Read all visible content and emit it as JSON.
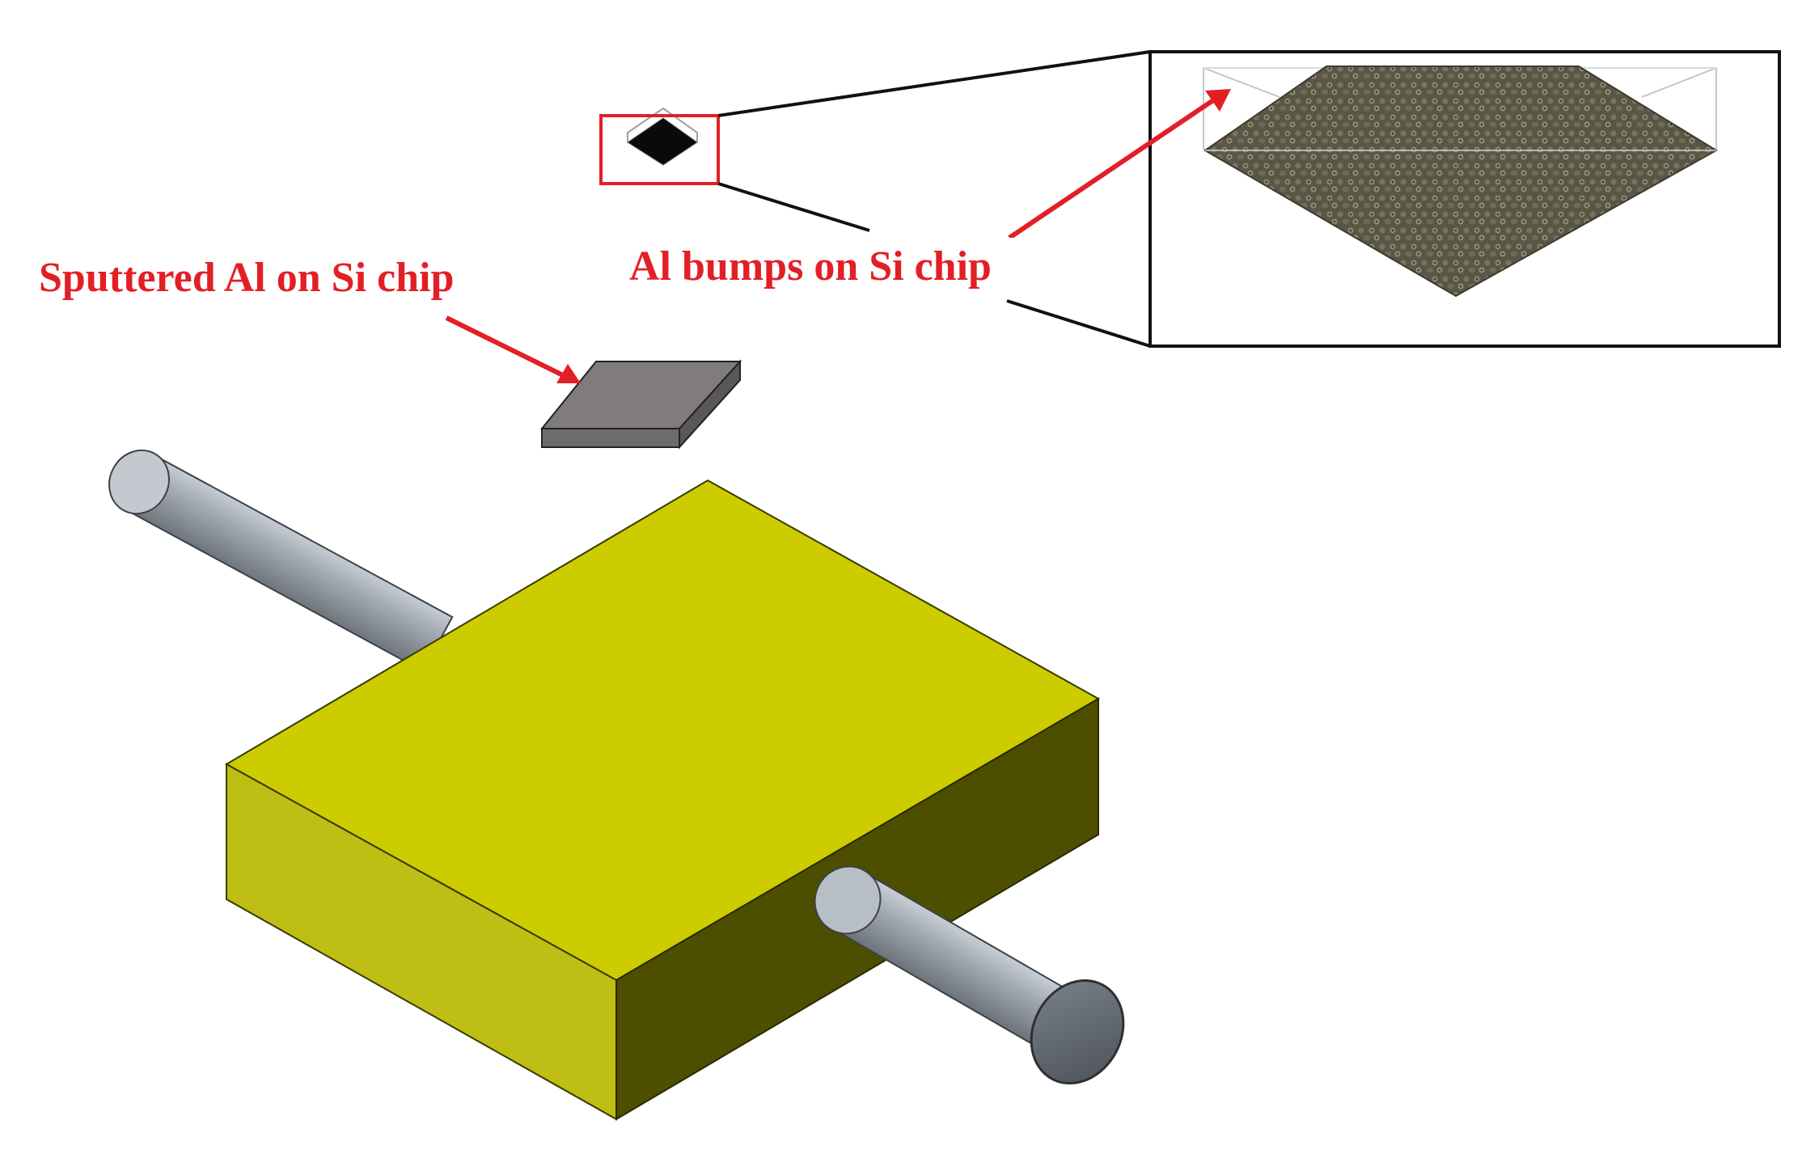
{
  "labels": {
    "sputtered": "Sputtered Al on Si chip",
    "bumps": "Al bumps on Si chip"
  },
  "colors": {
    "label_red": "#e31f26",
    "holder_top": "#cccc00",
    "holder_left": "#bcbc12",
    "holder_right": "#4c4c00",
    "rod": "#9097a0",
    "chip_top": "#807c7c",
    "chip_side": "#6d6b6b",
    "bump_surface": "#5e5a48",
    "callout_frame": "#111111",
    "highlight_box": "#e31f26"
  },
  "icons": {
    "arrow": "red-arrow"
  }
}
